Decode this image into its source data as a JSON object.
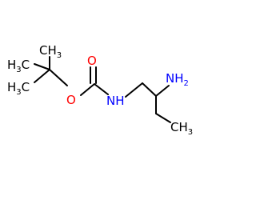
{
  "molecule": {
    "atoms": {
      "oxygen_carbonyl": "O",
      "oxygen_ester": "O",
      "amide_nh": "NH",
      "amine_n": "NH",
      "amine_sub": "2",
      "methyl_top": "CH",
      "methyl_top_sub": "3",
      "methyl_left_top": "H",
      "methyl_left_top_c": "C",
      "methyl_left_top_sub": "3",
      "methyl_left_bottom": "H",
      "methyl_left_bottom_c": "C",
      "methyl_left_bottom_sub": "3",
      "methyl_right": "CH",
      "methyl_right_sub": "3"
    },
    "colors": {
      "bond": "#000000",
      "oxygen": "#ff0000",
      "nitrogen": "#0000ff",
      "carbon": "#000000"
    }
  }
}
